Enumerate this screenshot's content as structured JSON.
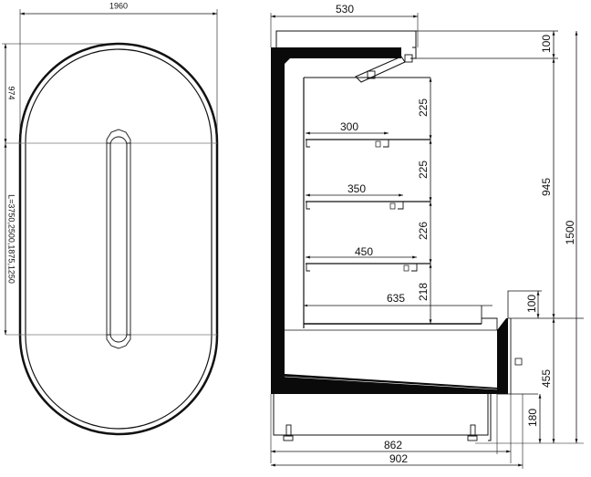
{
  "top_view": {
    "width_dim": "1960",
    "end_radius_dim": "974",
    "length_dim": "L=3750,2500,1875,1250"
  },
  "side_view": {
    "top_depth_dim": "530",
    "canopy_height_dim": "100",
    "shelf_spacings": [
      "225",
      "225",
      "226",
      "218"
    ],
    "shelf_depths": [
      "300",
      "350",
      "450",
      "635"
    ],
    "upper_height_dim": "945",
    "total_height_dim": "1500",
    "front_riser_dim": "100",
    "base_height_dim": "455",
    "leg_height_dim": "180",
    "inner_depth_dim": "862",
    "total_depth_dim": "902"
  },
  "colors": {
    "line": "#111111",
    "fill_dark": "#0a0a0a",
    "background": "#ffffff"
  }
}
